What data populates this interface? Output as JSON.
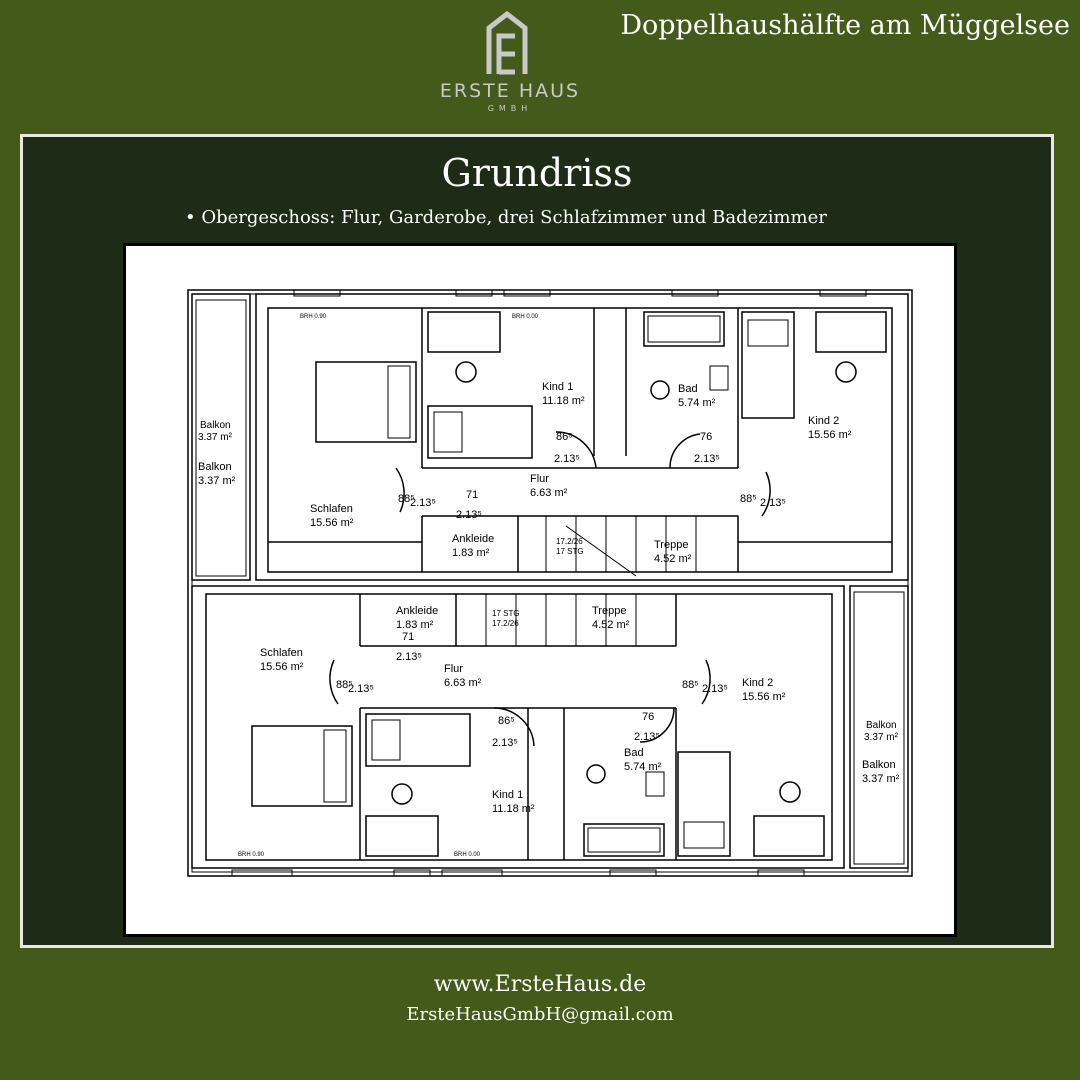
{
  "header": {
    "title": "Doppelhaushälfte am Müggelsee"
  },
  "logo": {
    "name": "ERSTE HAUS",
    "sub": "GMBH"
  },
  "panel": {
    "title": "Grundriss",
    "bullet": "• Obergeschoss: Flur, Garderobe, drei Schlafzimmer und Badezimmer"
  },
  "plan": {
    "top": {
      "balkon_1": "Balkon",
      "balkon_1_area": "3.37 m²",
      "balkon_2": "Balkon",
      "balkon_2_area": "3.37 m²",
      "schlafen": "Schlafen",
      "schlafen_area": "15.56 m²",
      "kind1": "Kind 1",
      "kind1_area": "11.18 m²",
      "bad": "Bad",
      "bad_area": "5.74 m²",
      "kind2": "Kind 2",
      "kind2_area": "15.56 m²",
      "flur": "Flur",
      "flur_area": "6.63 m²",
      "ankleide": "Ankleide",
      "ankleide_area": "1.83 m²",
      "treppe": "Treppe",
      "treppe_area": "4.52 m²",
      "stg": "17 STG",
      "stg_dim": "17.2/26",
      "brh_090": "BRH 0.90",
      "brh_000": "BRH 0.00",
      "d885a": "88⁵",
      "d213a": "2.13⁵",
      "d71": "71",
      "d213b": "2.13⁵",
      "d865": "86⁵",
      "d213c": "2.13⁵",
      "d76": "76",
      "d213d": "2.13⁵",
      "d885b": "88⁵",
      "d213e": "2.13⁵"
    },
    "bottom": {
      "ankleide": "Ankleide",
      "ankleide_area": "1.83 m²",
      "stg": "17 STG",
      "stg_dim": "17.2/26",
      "treppe": "Treppe",
      "treppe_area": "4.52 m²",
      "schlafen": "Schlafen",
      "schlafen_area": "15.56 m²",
      "flur": "Flur",
      "flur_area": "6.63 m²",
      "kind2": "Kind 2",
      "kind2_area": "15.56 m²",
      "bad": "Bad",
      "bad_area": "5.74 m²",
      "kind1": "Kind 1",
      "kind1_area": "11.18 m²",
      "balkon_1": "Balkon",
      "balkon_1_area": "3.37 m²",
      "balkon_2": "Balkon",
      "balkon_2_area": "3.37 m²",
      "brh_090": "BRH 0.90",
      "brh_000": "BRH 0.00",
      "d71": "71",
      "d213a": "2.13⁵",
      "d885a": "88⁵",
      "d213b": "2.13⁵",
      "d885b": "88⁵",
      "d213c": "2.13⁵",
      "d865": "86⁵",
      "d213d": "2.13⁵",
      "d76": "76",
      "d213e": "2.13⁵"
    }
  },
  "footer": {
    "url": "www.ErsteHaus.de",
    "email": "ErsteHausGmbH@gmail.com"
  },
  "colors": {
    "background": "#435a1b",
    "panel": "#1d2b17",
    "frame": "#e9e9e4"
  }
}
